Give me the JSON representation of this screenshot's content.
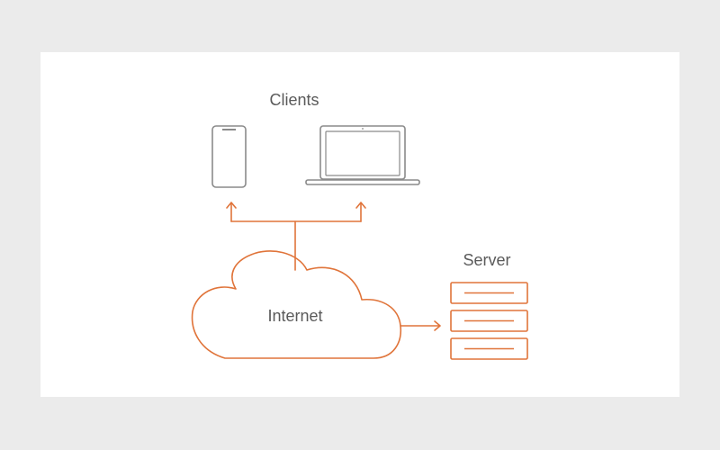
{
  "labels": {
    "clients": "Clients",
    "internet": "Internet",
    "server": "Server"
  },
  "colors": {
    "page_background": "#ebebeb",
    "card_background": "#ffffff",
    "accent": "#e0743a",
    "device_stroke": "#8a8a8a",
    "text": "#5a5a5a"
  },
  "icons": {
    "phone": "phone-icon",
    "laptop": "laptop-icon",
    "cloud": "cloud-icon",
    "server": "server-stack-icon"
  }
}
